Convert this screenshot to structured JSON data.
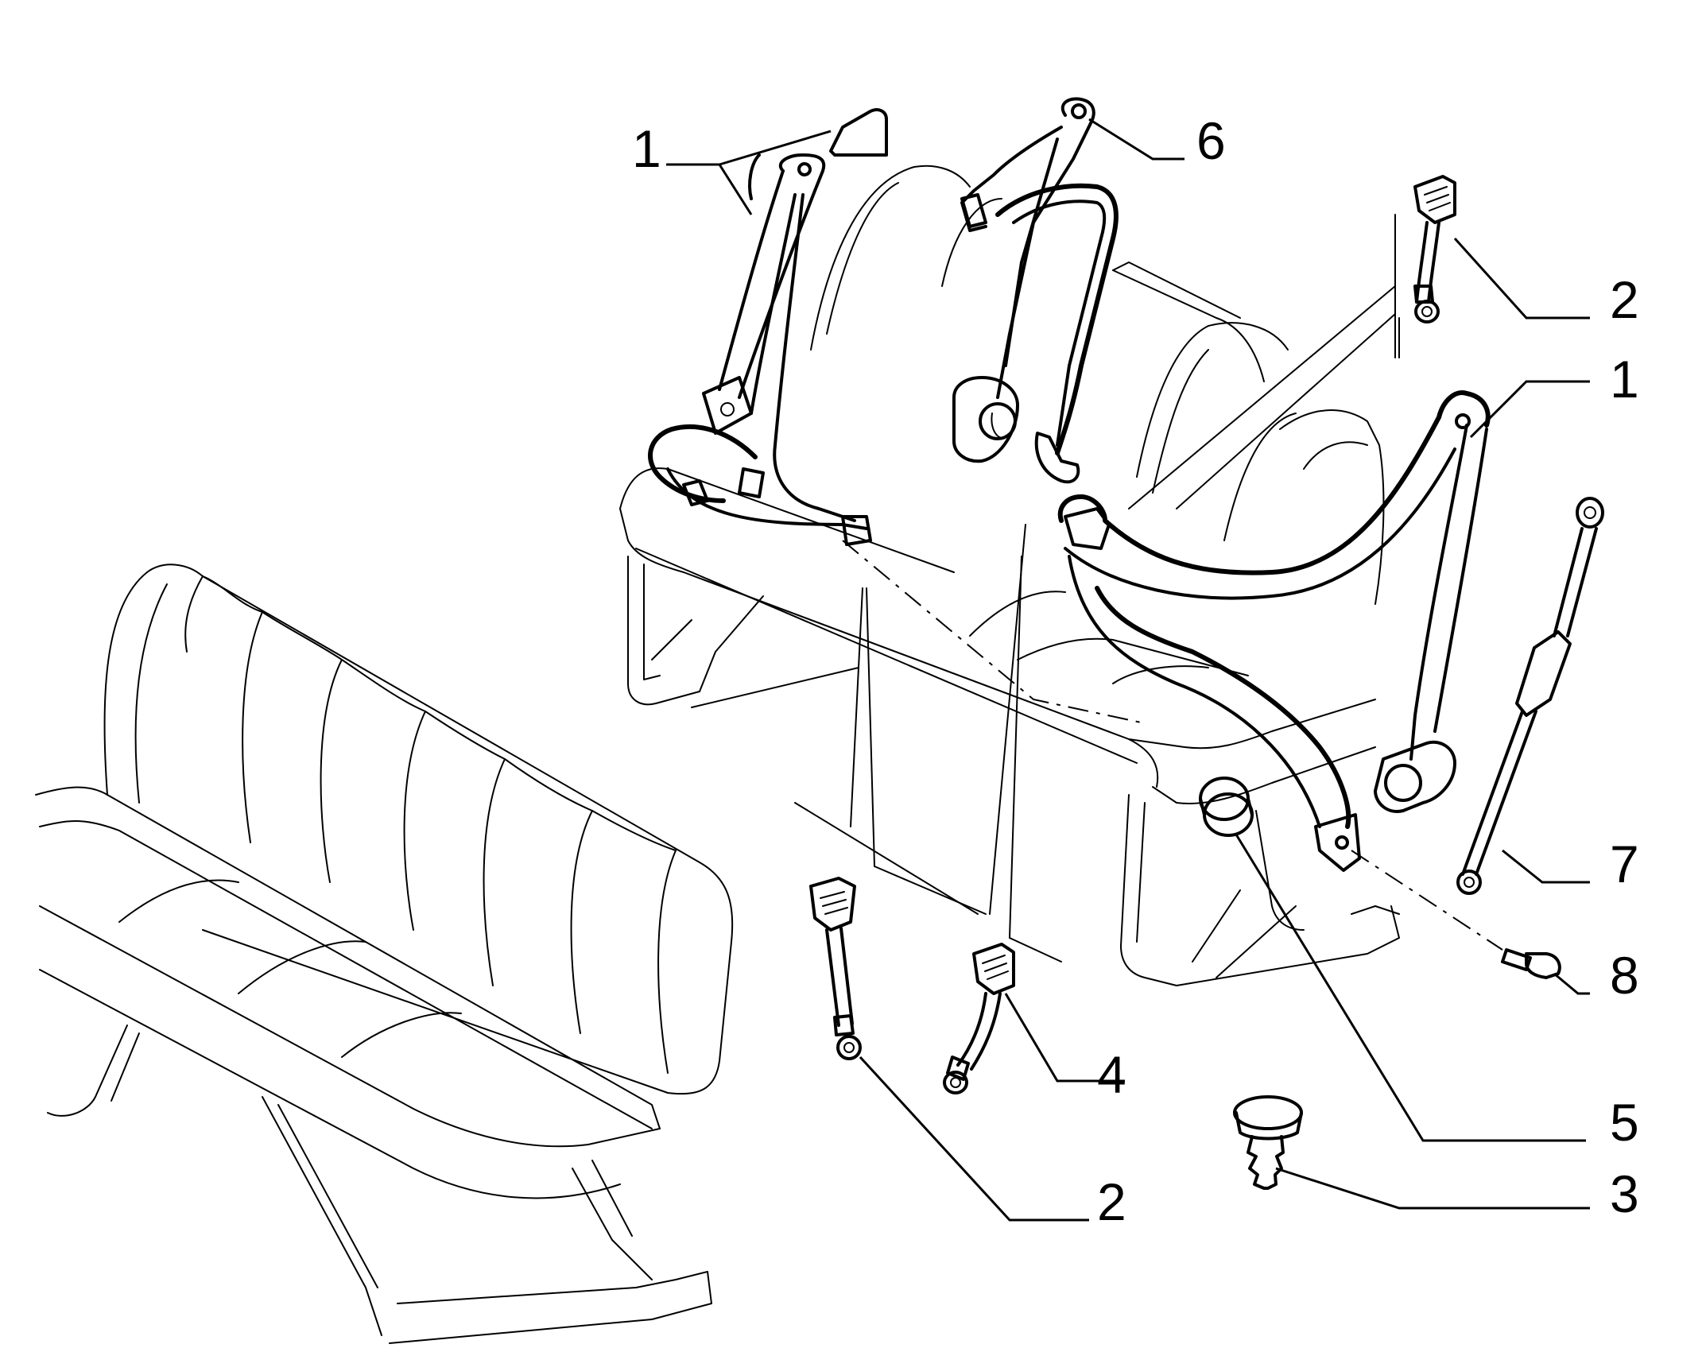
{
  "callouts": [
    {
      "id": "c1a",
      "label": "1"
    },
    {
      "id": "c6",
      "label": "6"
    },
    {
      "id": "c2a",
      "label": "2"
    },
    {
      "id": "c1b",
      "label": "1"
    },
    {
      "id": "c7",
      "label": "7"
    },
    {
      "id": "c8",
      "label": "8"
    },
    {
      "id": "c4",
      "label": "4"
    },
    {
      "id": "c5",
      "label": "5"
    },
    {
      "id": "c2b",
      "label": "2"
    },
    {
      "id": "c3",
      "label": "3"
    }
  ]
}
